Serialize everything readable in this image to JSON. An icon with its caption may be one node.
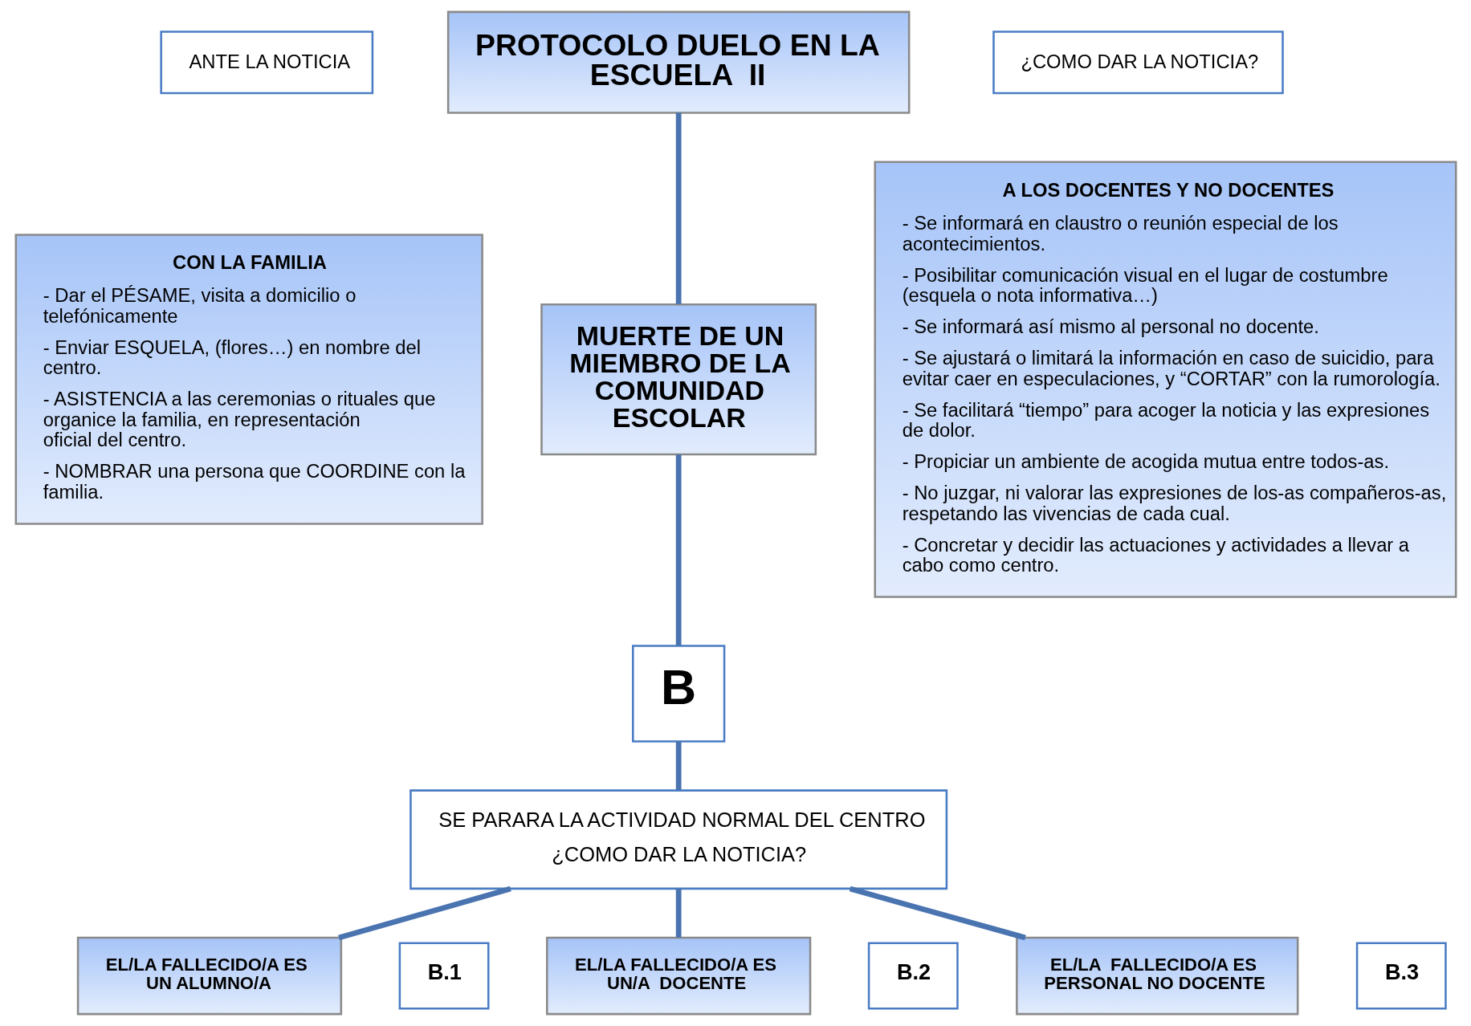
{
  "diagram": {
    "nodes": [
      {
        "text": [
          "PROTOCOLO DUELO EN LA ESCUELA  II"
        ]
      },
      {
        "text": [
          "ANTE LA NOTICIA"
        ]
      },
      {
        "text": [
          "CON LA FAMILIA",
          "- Dar el PÉSAME, visita a domicilio o telefónicamente",
          "- Enviar ESQUELA, (flores…) en nombre del centro.",
          "- ASISTENCIA a las ceremonias o rituales que organice la familia, en representación oficial del centro.",
          "- NOMBRAR una persona que COORDINE con la familia."
        ]
      },
      {
        "text": [
          "¿COMO DAR LA NOTICIA?"
        ]
      },
      {
        "text": [
          "A LOS DOCENTES Y NO DOCENTES",
          "- Se informará en claustro o reunión especial de los acontecimientos.",
          "- Posibilitar comunicación visual en el lugar de costumbre (esquela o nota informativa…)",
          "- Se informará así mismo al personal no docente.",
          "- Se ajustará o limitará la información en caso de suicidio, para evitar caer en especulaciones, y “CORTAR” con la rumorología.",
          "- Se facilitará “tiempo” para acoger la noticia y las expresiones de dolor.",
          "- Propiciar un ambiente de acogida mutua entre todos-as.",
          "- No juzgar, ni valorar las expresiones de los-as compañeros-as, respetando las vivencias de cada cual.",
          "- Concretar y decidir las actuaciones y actividades a llevar a cabo como centro."
        ]
      },
      {
        "text": [
          "MUERTE DE UN MIEMBRO DE LA COMUNIDAD ESCOLAR"
        ]
      },
      {
        "text": [
          "B"
        ]
      },
      {
        "text": [
          "SE PARARA LA ACTIVIDAD NORMAL DEL CENTRO",
          "¿COMO DAR LA NOTICIA?"
        ]
      },
      {
        "text": [
          "EL/LA FALLECIDO/A ES UN ALUMNO/A"
        ]
      },
      {
        "text": [
          "B.1"
        ]
      },
      {
        "text": [
          "EL/LA FALLECIDO/A ES UN/A  DOCENTE"
        ]
      },
      {
        "text": [
          "B.2"
        ]
      },
      {
        "text": [
          "EL/LA  FALLECIDO/A ES PERSONAL NO DOCENTE"
        ]
      },
      {
        "text": [
          "B.3"
        ]
      }
    ],
    "edges": [
      {
        "from": 0,
        "to": 5,
        "arrow": "none"
      },
      {
        "from": 5,
        "to": 6,
        "arrow": "none"
      },
      {
        "from": 6,
        "to": 7,
        "arrow": "none"
      },
      {
        "from": 7,
        "to": 8,
        "arrow": "none"
      },
      {
        "from": 7,
        "to": 10,
        "arrow": "none"
      },
      {
        "from": 7,
        "to": 12,
        "arrow": "none"
      }
    ]
  }
}
